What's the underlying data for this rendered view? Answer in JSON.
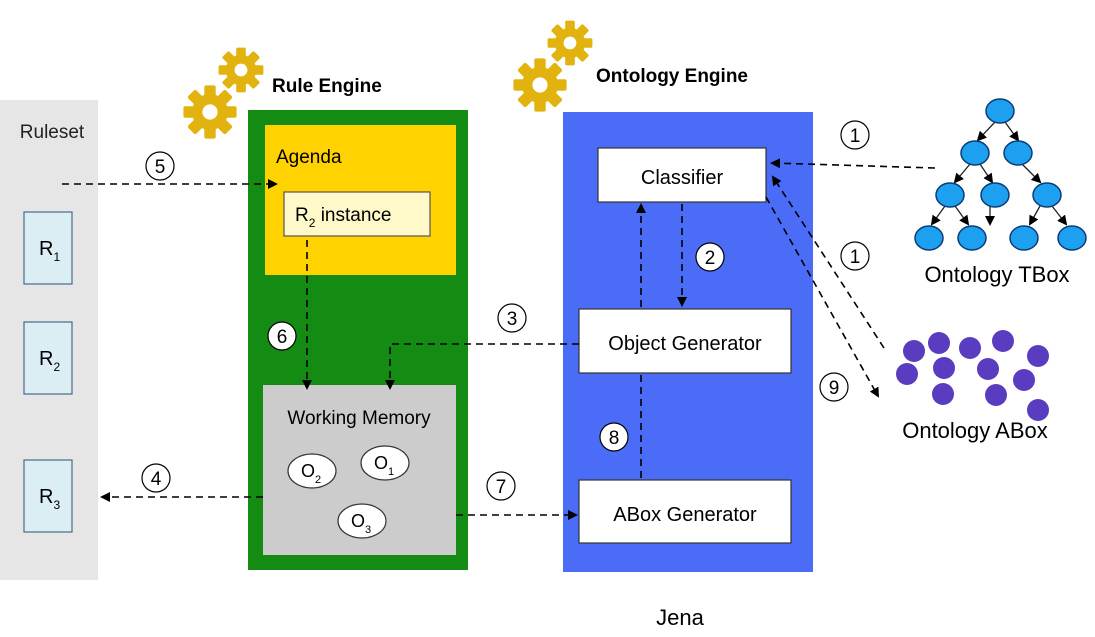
{
  "labels": {
    "ruleset": "Ruleset",
    "rule_engine": "Rule Engine",
    "ontology_engine": "Ontology Engine",
    "agenda": "Agenda",
    "r2_instance_main": "R",
    "r2_instance_sub": "2",
    "r2_instance_suffix": " instance",
    "working_memory": "Working Memory",
    "classifier": "Classifier",
    "object_generator": "Object Generator",
    "abox_generator": "ABox Generator",
    "ontology_tbox": "Ontology TBox",
    "ontology_abox": "Ontology ABox",
    "jena": "Jena"
  },
  "rules": [
    {
      "main": "R",
      "sub": "1"
    },
    {
      "main": "R",
      "sub": "2"
    },
    {
      "main": "R",
      "sub": "3"
    }
  ],
  "objects": [
    {
      "main": "O",
      "sub": "2"
    },
    {
      "main": "O",
      "sub": "1"
    },
    {
      "main": "O",
      "sub": "3"
    }
  ],
  "steps": [
    "5",
    "6",
    "3",
    "4",
    "7",
    "8",
    "2",
    "1",
    "1",
    "9"
  ],
  "colors": {
    "ruleset_bg": "#e6e6e6",
    "rule_box": "#dbeef3",
    "rule_engine": "#148c14",
    "agenda": "#ffd200",
    "working_memory": "#cccccc",
    "ontology_engine": "#4a6cf7",
    "gear": "#e2b20e",
    "tbox_node": "#1ea0f0",
    "abox_node": "#5a3cc0"
  }
}
